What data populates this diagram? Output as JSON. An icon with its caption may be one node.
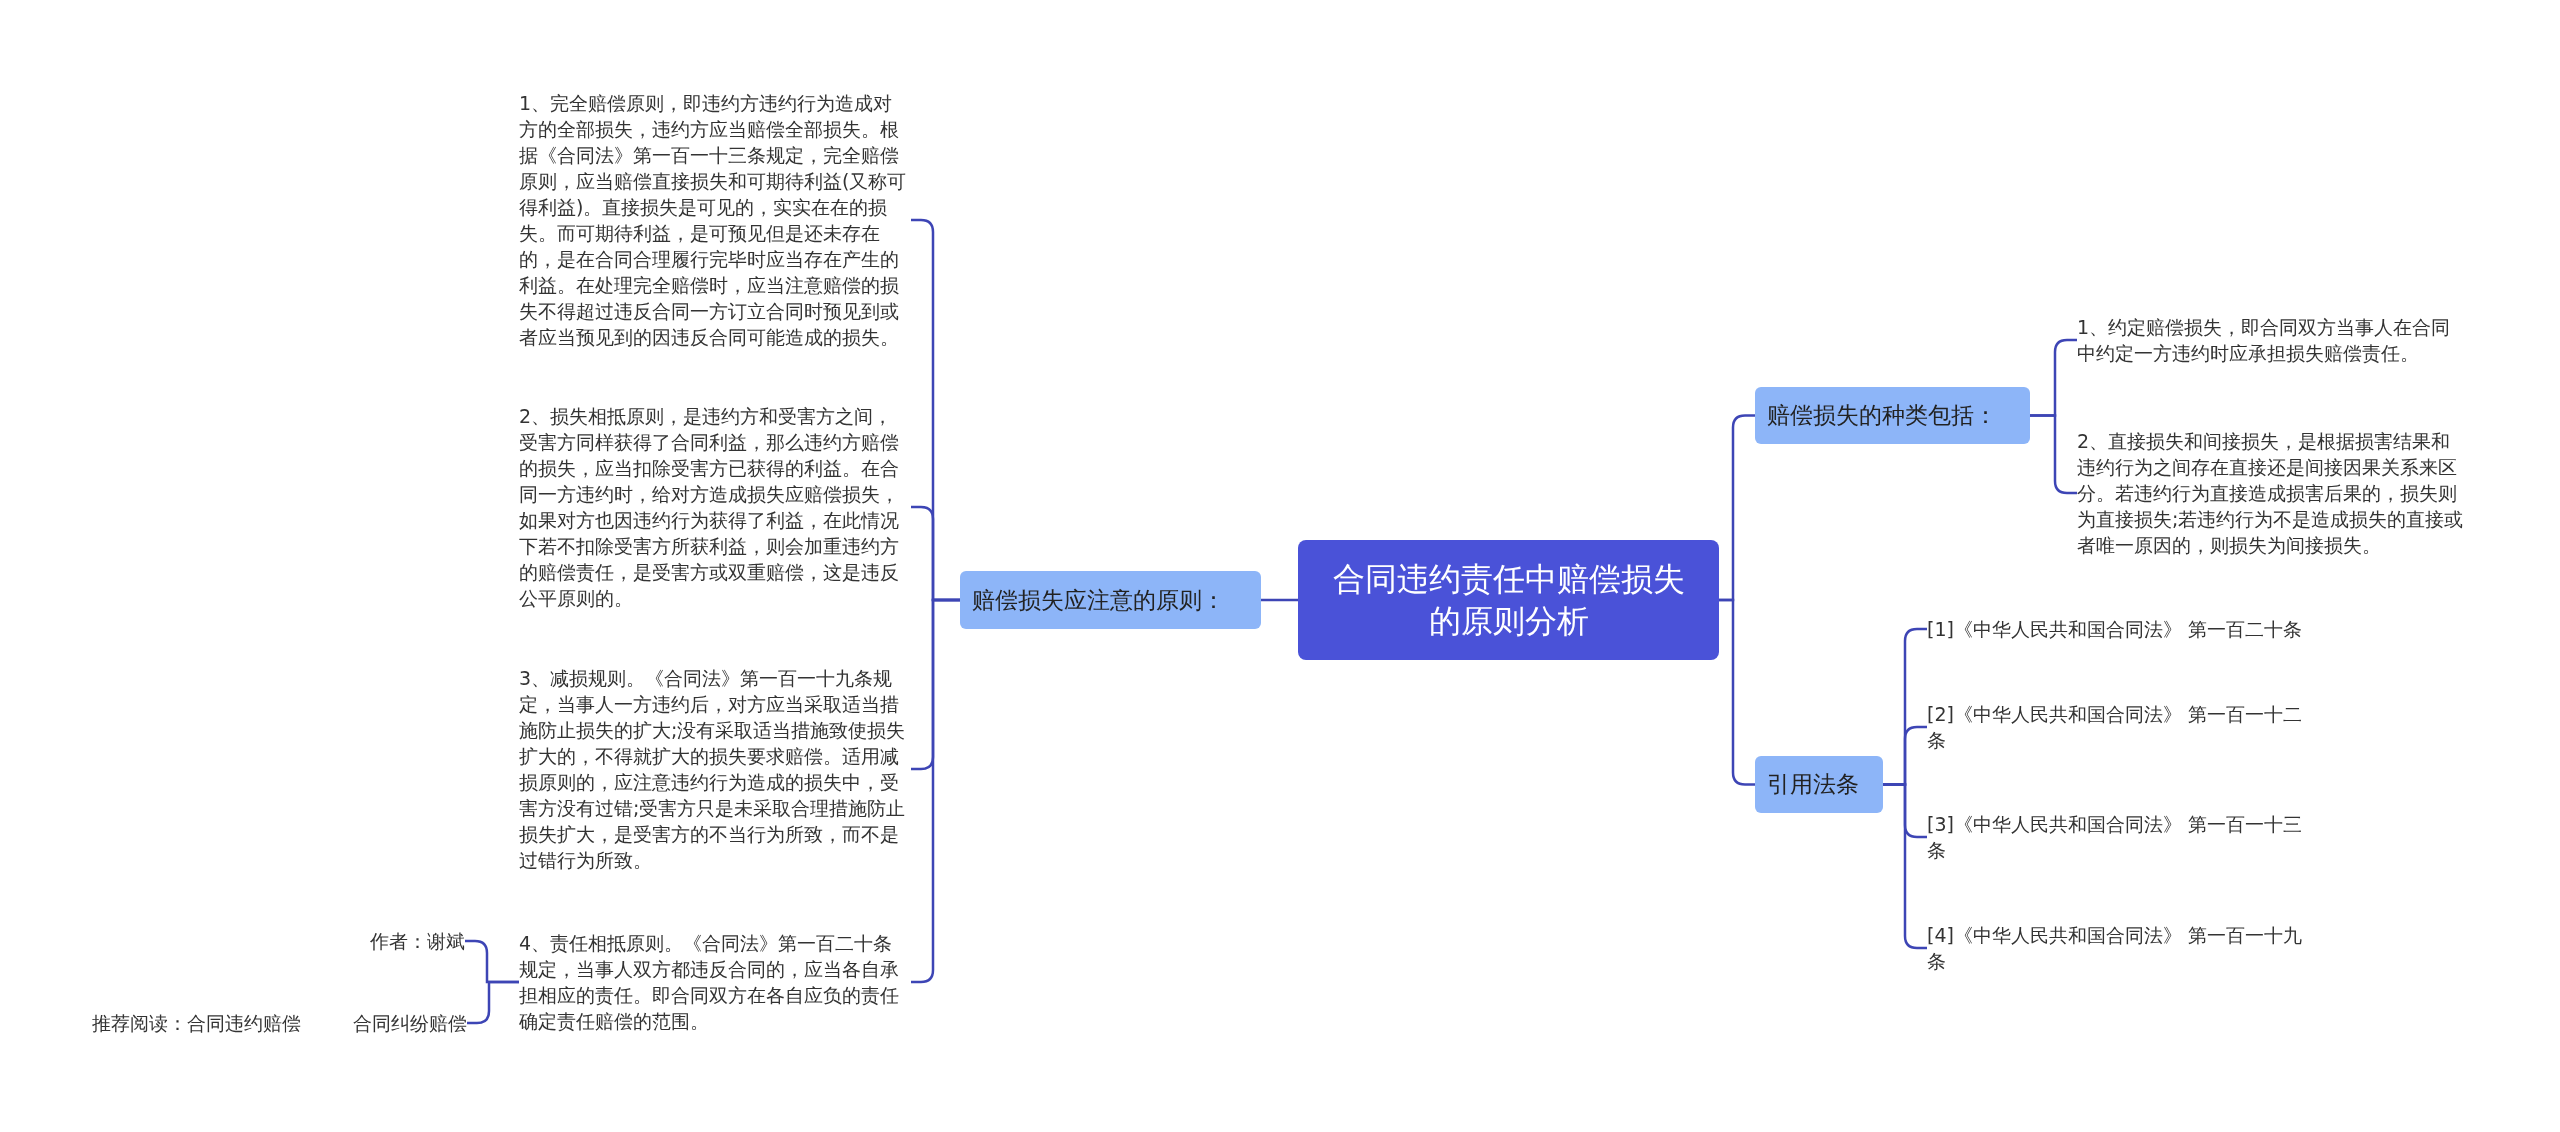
{
  "diagram": {
    "nodes": [
      {
        "text": [
          "合同违约责任中赔偿损失的原则分析"
        ]
      },
      {
        "text": [
          "赔偿损失应注意的原则："
        ]
      },
      {
        "text": [
          "1、完全赔偿原则，即违约方违约行为造成对方的全部损失，违约方应当赔偿全部损失。根据《合同法》第一百一十三条规定，完全赔偿原则，应当赔偿直接损失和可期待利益(又称可得利益)。直接损失是可见的，实实在在的损失。而可期待利益，是可预见但是还未存在的，是在合同合理履行完毕时应当存在产生的利益。在处理完全赔偿时，应当注意赔偿的损失不得超过违反合同一方订立合同时预见到或者应当预见到的因违反合同可能造成的损失。"
        ]
      },
      {
        "text": [
          "2、损失相抵原则，是违约方和受害方之间，受害方同样获得了合同利益，那么违约方赔偿的损失，应当扣除受害方已获得的利益。在合同一方违约时，给对方造成损失应赔偿损失，如果对方也因违约行为获得了利益，在此情况下若不扣除受害方所获利益，则会加重违约方的赔偿责任，是受害方或双重赔偿，这是违反公平原则的。"
        ]
      },
      {
        "text": [
          "3、减损规则。《合同法》第一百一十九条规定，当事人一方违约后，对方应当采取适当措施防止损失的扩大;没有采取适当措施致使损失扩大的，不得就扩大的损失要求赔偿。适用减损原则的，应注意违约行为造成的损失中，受害方没有过错;受害方只是未采取合理措施防止损失扩大，是受害方的不当行为所致，而不是过错行为所致。"
        ]
      },
      {
        "text": [
          "4、责任相抵原则。《合同法》第一百二十条规定，当事人双方都违反合同的，应当各自承担相应的责任。即合同双方在各自应负的责任确定责任赔偿的范围。"
        ]
      },
      {
        "text": [
          "作者：谢斌"
        ]
      },
      {
        "text": [
          "合同纠纷赔偿"
        ]
      },
      {
        "text": [
          "赔偿损失的种类包括："
        ]
      },
      {
        "text": [
          "1、约定赔偿损失，即合同双方当事人在合同中约定一方违约时应承担损失赔偿责任。"
        ]
      },
      {
        "text": [
          "2、直接损失和间接损失，是根据损害结果和违约行为之间存在直接还是间接因果关系来区分。若违约行为直接造成损害后果的，损失则为直接损失;若违约行为不是造成损失的直接或者唯一原因的，则损失为间接损失。"
        ]
      },
      {
        "text": [
          "引用法条"
        ]
      },
      {
        "text": [
          "[1]《中华人民共和国合同法》 第一百二十条"
        ]
      },
      {
        "text": [
          "[2]《中华人民共和国合同法》 第一百一十二条"
        ]
      },
      {
        "text": [
          "[3]《中华人民共和国合同法》 第一百一十三条"
        ]
      },
      {
        "text": [
          "[4]《中华人民共和国合同法》 第一百一十九条"
        ]
      }
    ],
    "edges": [
      {
        "from": 0,
        "to": 1,
        "arrow": "none"
      },
      {
        "from": 1,
        "to": 2,
        "arrow": "none"
      },
      {
        "from": 1,
        "to": 3,
        "arrow": "none"
      },
      {
        "from": 1,
        "to": 4,
        "arrow": "none"
      },
      {
        "from": 1,
        "to": 5,
        "arrow": "none"
      },
      {
        "from": 5,
        "to": 6,
        "arrow": "none"
      },
      {
        "from": 5,
        "to": 7,
        "arrow": "none"
      },
      {
        "from": 0,
        "to": 8,
        "arrow": "none"
      },
      {
        "from": 8,
        "to": 9,
        "arrow": "none"
      },
      {
        "from": 8,
        "to": 10,
        "arrow": "none"
      },
      {
        "from": 0,
        "to": 11,
        "arrow": "none"
      },
      {
        "from": 11,
        "to": 12,
        "arrow": "none"
      },
      {
        "from": 11,
        "to": 13,
        "arrow": "none"
      },
      {
        "from": 11,
        "to": 14,
        "arrow": "none"
      },
      {
        "from": 11,
        "to": 15,
        "arrow": "none"
      }
    ],
    "labels": [
      "推荐阅读：合同违约赔偿"
    ]
  }
}
